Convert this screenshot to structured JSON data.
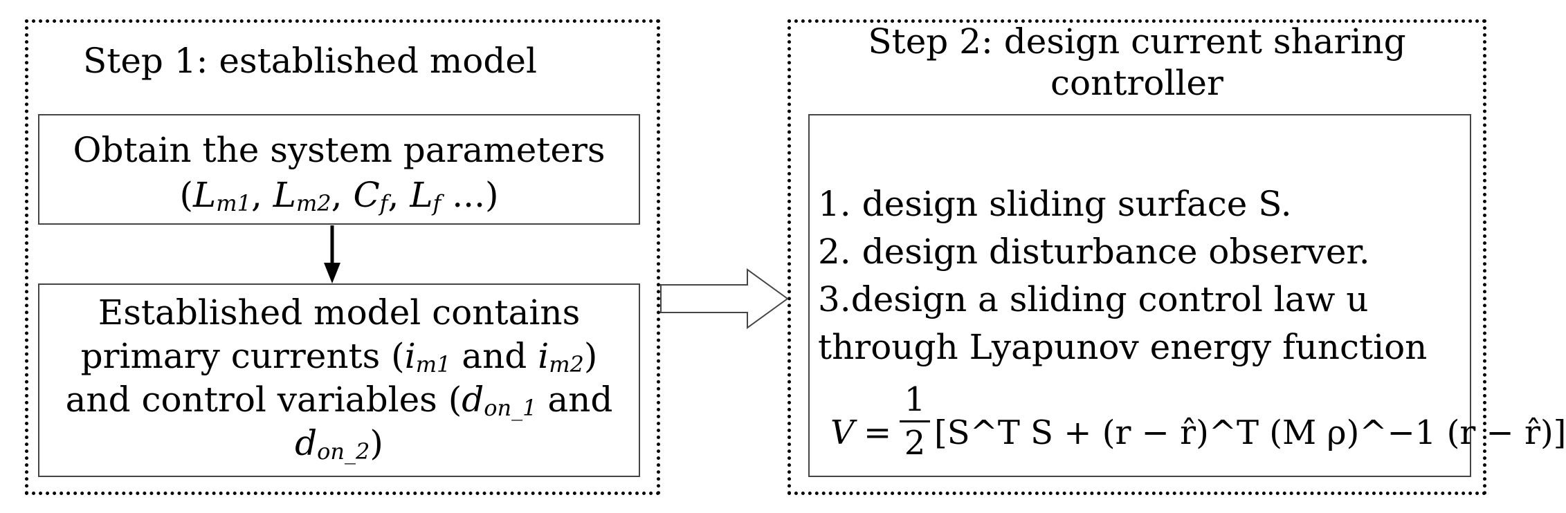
{
  "step1": {
    "title": "Step 1: established model",
    "params_box": {
      "line1": "Obtain the system parameters",
      "line2_parts": [
        "(",
        "L",
        "m1",
        ", ",
        "L",
        "m2",
        ", ",
        "C",
        "f",
        ", ",
        "L",
        "f",
        " ...)"
      ]
    },
    "model_box": {
      "line1": "Established model contains",
      "line2_pre": "primary currents (",
      "line2_v1": "i",
      "line2_v1_sub": "m1",
      "line2_mid": " and ",
      "line2_v2": "i",
      "line2_v2_sub": "m2",
      "line2_post": ")",
      "line3_pre": "and control variables (",
      "line3_v": "d",
      "line3_v_sub": "on_1",
      "line3_post": " and",
      "line4_v": "d",
      "line4_v_sub": "on_2",
      "line4_post": ")"
    }
  },
  "step2": {
    "title": "Step 2: design current sharing controller",
    "title_line1": "Step 2: design current sharing",
    "title_line2": "controller",
    "items": [
      "1. design sliding surface S.",
      "2. design disturbance observer.",
      "3.design a sliding control law u",
      "through Lyapunov energy function"
    ],
    "formula": {
      "lhs": "V",
      "eq": "=",
      "frac_num": "1",
      "frac_den": "2",
      "rhs": "[S^T S + (r − r̂)^T (M ρ)^−1 (r − r̂)]"
    }
  }
}
